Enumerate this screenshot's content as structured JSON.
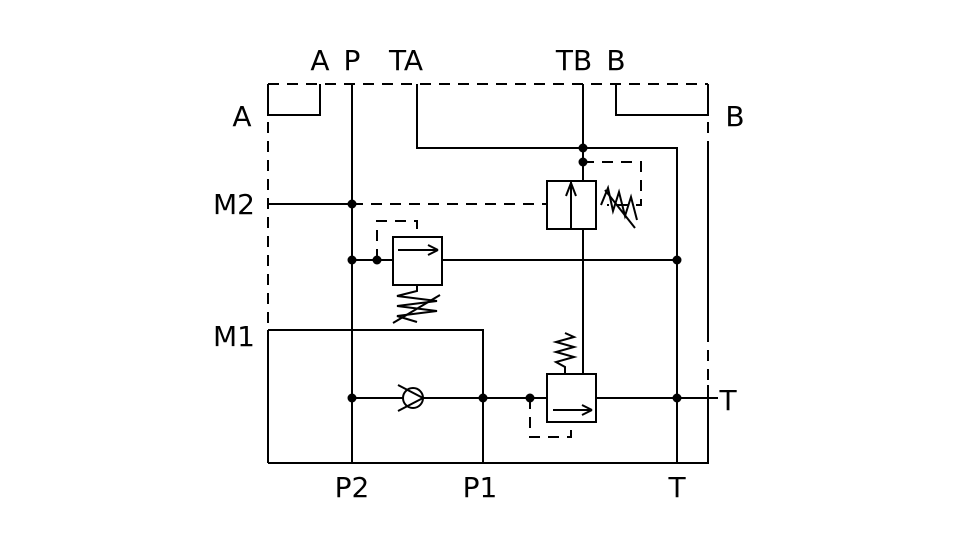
{
  "diagram": {
    "ports": {
      "top_a": "A",
      "top_p": "P",
      "top_ta": "TA",
      "top_tb": "TB",
      "top_b": "B",
      "left_a": "A",
      "right_b": "B",
      "m2": "M2",
      "m1": "M1",
      "right_t": "T",
      "bottom_p2": "P2",
      "bottom_p1": "P1",
      "bottom_t": "T"
    }
  }
}
